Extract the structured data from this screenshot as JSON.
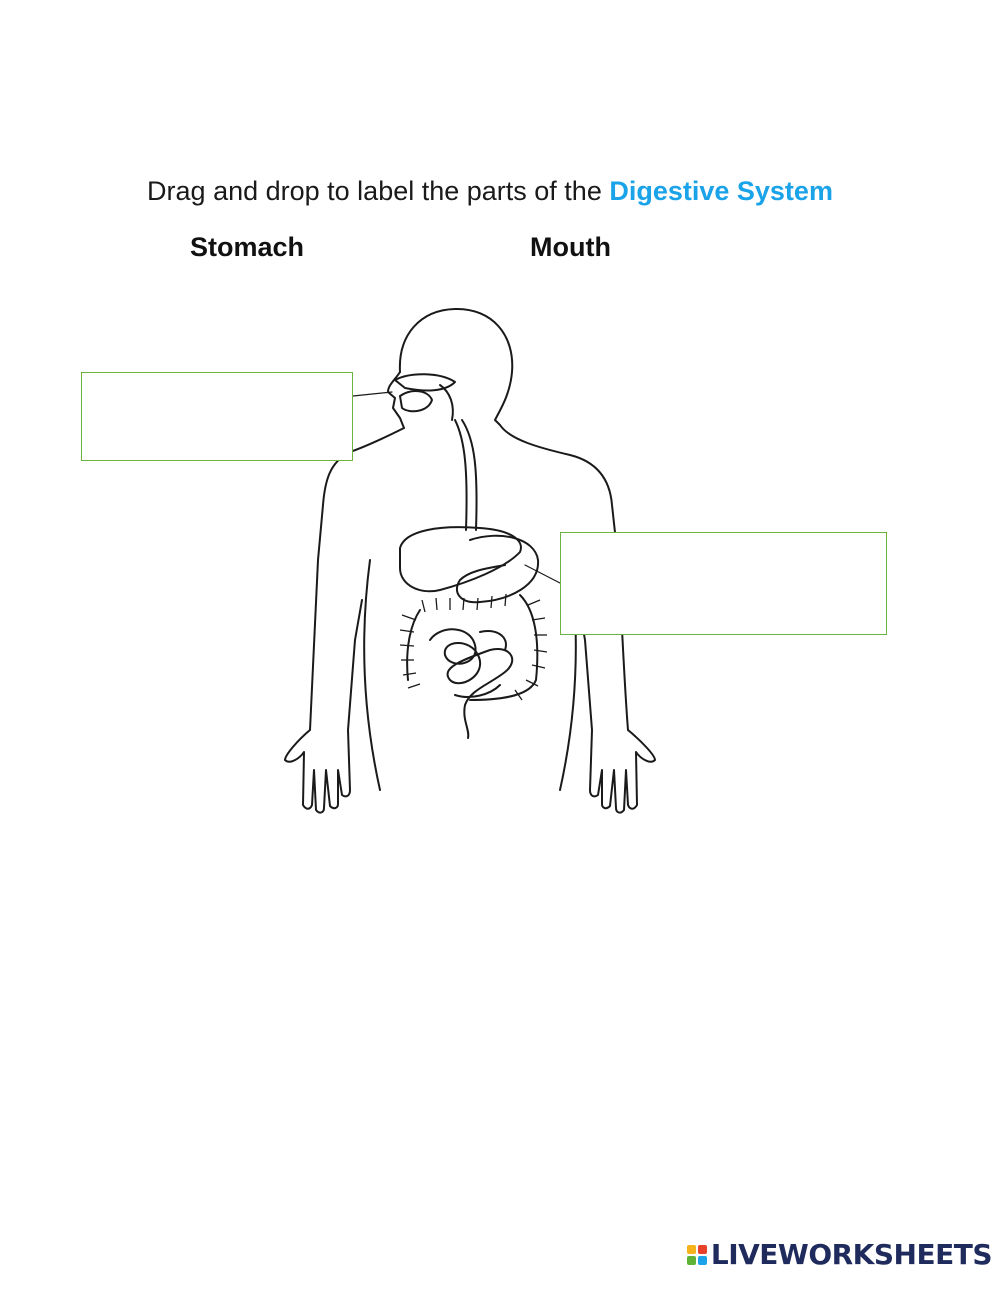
{
  "instruction": {
    "text": "Drag and drop to label the parts of the ",
    "highlight": "Digestive System",
    "highlight_color": "#1aa3e8"
  },
  "word_bank": [
    {
      "label": "Stomach"
    },
    {
      "label": "Mouth"
    }
  ],
  "drop_zones": {
    "border_color": "#6cb33f"
  },
  "footer": {
    "brand": "LIVEWORKSHEETS",
    "logo_colors": [
      "#f6b21a",
      "#e8412b",
      "#5fb235",
      "#1aa3e8"
    ]
  }
}
